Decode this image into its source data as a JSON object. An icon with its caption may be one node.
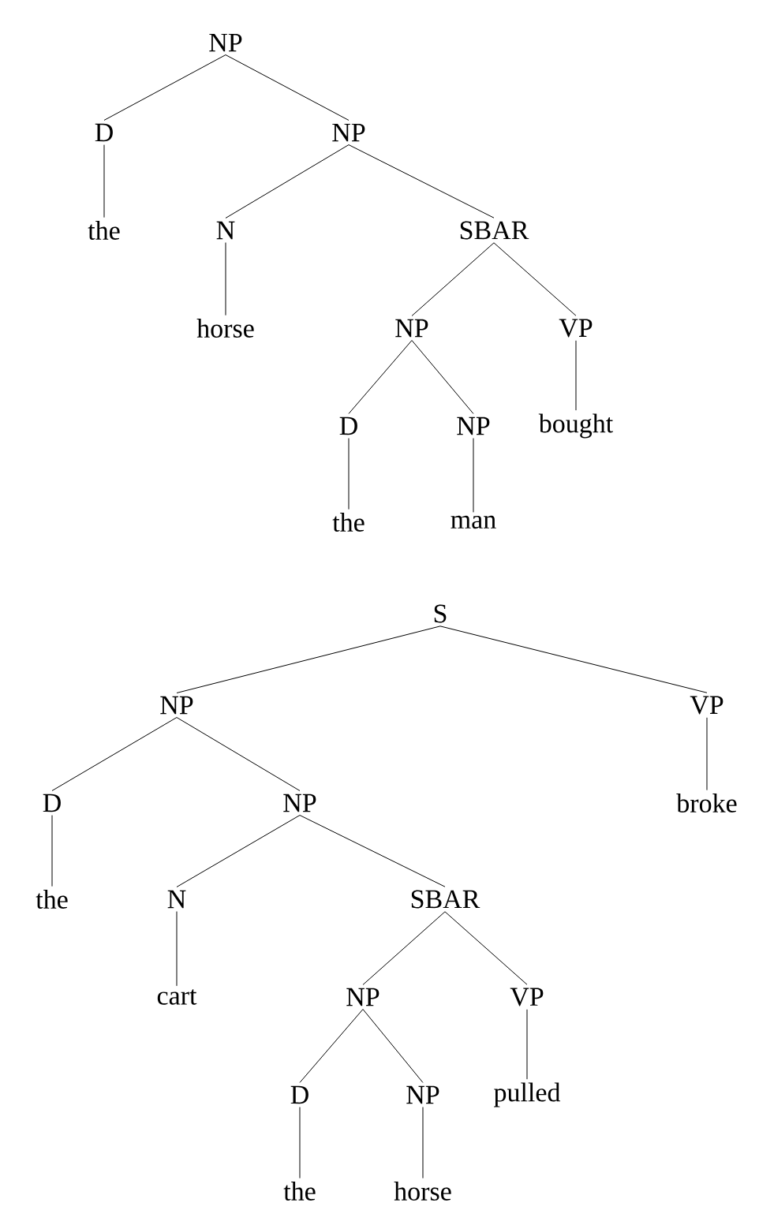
{
  "diagram": {
    "nodes": [
      {
        "text": [
          "NP"
        ]
      },
      {
        "text": [
          "D"
        ]
      },
      {
        "text": [
          "NP"
        ]
      },
      {
        "text": [
          "the"
        ]
      },
      {
        "text": [
          "N"
        ]
      },
      {
        "text": [
          "SBAR"
        ]
      },
      {
        "text": [
          "horse"
        ]
      },
      {
        "text": [
          "NP"
        ]
      },
      {
        "text": [
          "VP"
        ]
      },
      {
        "text": [
          "D"
        ]
      },
      {
        "text": [
          "NP"
        ]
      },
      {
        "text": [
          "bought"
        ]
      },
      {
        "text": [
          "the"
        ]
      },
      {
        "text": [
          "man"
        ]
      },
      {
        "text": [
          "S"
        ]
      },
      {
        "text": [
          "NP"
        ]
      },
      {
        "text": [
          "VP"
        ]
      },
      {
        "text": [
          "D"
        ]
      },
      {
        "text": [
          "NP"
        ]
      },
      {
        "text": [
          "broke"
        ]
      },
      {
        "text": [
          "the"
        ]
      },
      {
        "text": [
          "N"
        ]
      },
      {
        "text": [
          "SBAR"
        ]
      },
      {
        "text": [
          "cart"
        ]
      },
      {
        "text": [
          "NP"
        ]
      },
      {
        "text": [
          "VP"
        ]
      },
      {
        "text": [
          "D"
        ]
      },
      {
        "text": [
          "NP"
        ]
      },
      {
        "text": [
          "pulled"
        ]
      },
      {
        "text": [
          "the"
        ]
      },
      {
        "text": [
          "horse"
        ]
      }
    ],
    "edges": [
      {
        "from": 0,
        "to": 1,
        "arrow": "none"
      },
      {
        "from": 0,
        "to": 2,
        "arrow": "none"
      },
      {
        "from": 1,
        "to": 3,
        "arrow": "none"
      },
      {
        "from": 2,
        "to": 4,
        "arrow": "none"
      },
      {
        "from": 2,
        "to": 5,
        "arrow": "none"
      },
      {
        "from": 4,
        "to": 6,
        "arrow": "none"
      },
      {
        "from": 5,
        "to": 7,
        "arrow": "none"
      },
      {
        "from": 5,
        "to": 8,
        "arrow": "none"
      },
      {
        "from": 7,
        "to": 9,
        "arrow": "none"
      },
      {
        "from": 7,
        "to": 10,
        "arrow": "none"
      },
      {
        "from": 8,
        "to": 11,
        "arrow": "none"
      },
      {
        "from": 9,
        "to": 12,
        "arrow": "none"
      },
      {
        "from": 10,
        "to": 13,
        "arrow": "none"
      },
      {
        "from": 14,
        "to": 15,
        "arrow": "none"
      },
      {
        "from": 14,
        "to": 16,
        "arrow": "none"
      },
      {
        "from": 15,
        "to": 17,
        "arrow": "none"
      },
      {
        "from": 15,
        "to": 18,
        "arrow": "none"
      },
      {
        "from": 16,
        "to": 19,
        "arrow": "none"
      },
      {
        "from": 17,
        "to": 20,
        "arrow": "none"
      },
      {
        "from": 18,
        "to": 21,
        "arrow": "none"
      },
      {
        "from": 18,
        "to": 22,
        "arrow": "none"
      },
      {
        "from": 21,
        "to": 23,
        "arrow": "none"
      },
      {
        "from": 22,
        "to": 24,
        "arrow": "none"
      },
      {
        "from": 22,
        "to": 25,
        "arrow": "none"
      },
      {
        "from": 24,
        "to": 26,
        "arrow": "none"
      },
      {
        "from": 24,
        "to": 27,
        "arrow": "none"
      },
      {
        "from": 25,
        "to": 28,
        "arrow": "none"
      },
      {
        "from": 26,
        "to": 29,
        "arrow": "none"
      },
      {
        "from": 27,
        "to": 30,
        "arrow": "none"
      }
    ]
  }
}
